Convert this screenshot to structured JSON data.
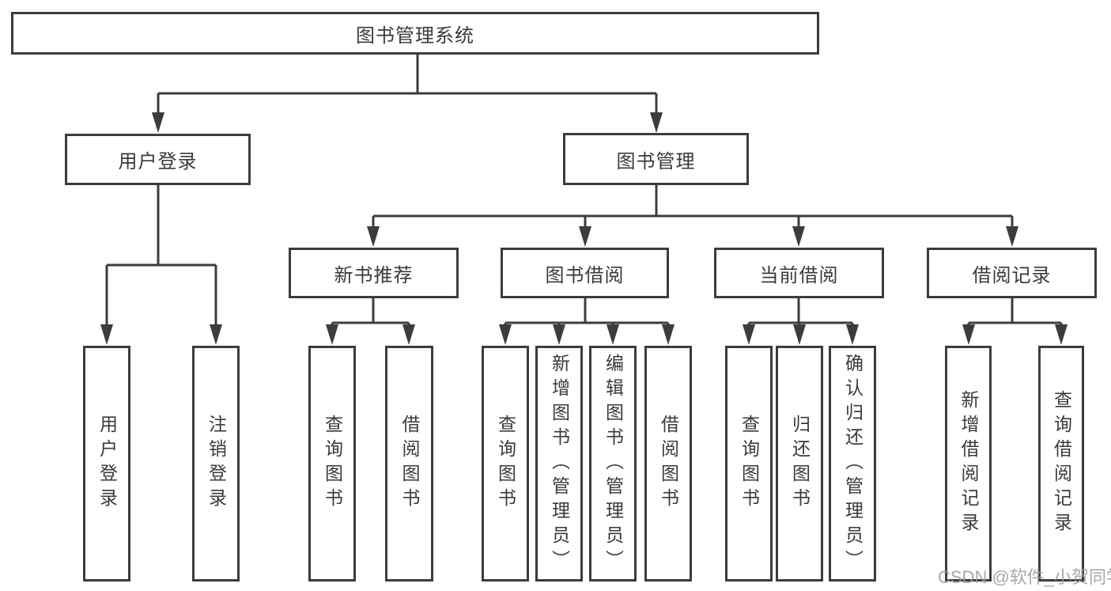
{
  "diagram": {
    "root": {
      "label": "图书管理系统"
    },
    "branches": [
      {
        "label": "用户登录"
      },
      {
        "label": "图书管理"
      }
    ],
    "modules": [
      {
        "label": "新书推荐"
      },
      {
        "label": "图书借阅"
      },
      {
        "label": "当前借阅"
      },
      {
        "label": "借阅记录"
      }
    ],
    "leaves": [
      {
        "label": "用户登录"
      },
      {
        "label": "注销登录"
      },
      {
        "label": "查询图书"
      },
      {
        "label": "借阅图书"
      },
      {
        "label": "查询图书"
      },
      {
        "label": "新增图书（管理员）"
      },
      {
        "label": "编辑图书（管理员）"
      },
      {
        "label": "借阅图书"
      },
      {
        "label": "查询图书"
      },
      {
        "label": "归还图书"
      },
      {
        "label": "确认归还（管理员）"
      },
      {
        "label": "新增借阅记录"
      },
      {
        "label": "查询借阅记录"
      }
    ]
  },
  "watermark": {
    "text": "CSDN @软件_小贺同学"
  },
  "colors": {
    "line": "#3c3c3c",
    "text": "#3a3a3a",
    "background": "#ffffff",
    "watermark": "#9c9c9c"
  }
}
